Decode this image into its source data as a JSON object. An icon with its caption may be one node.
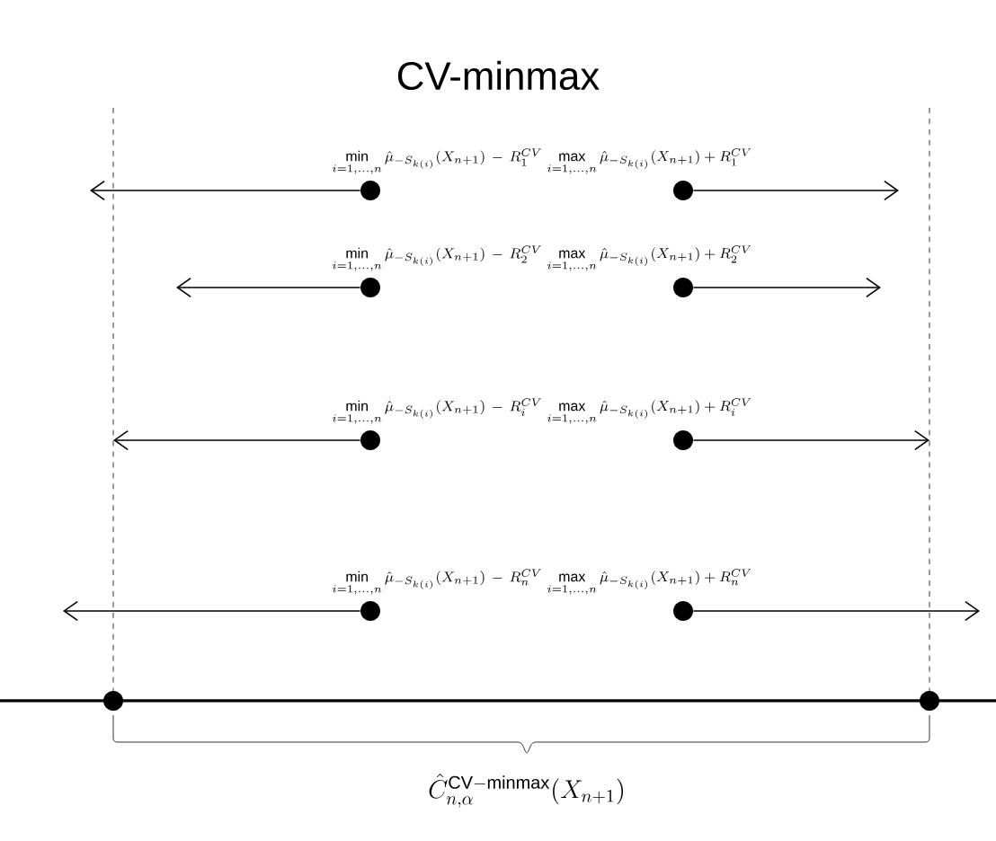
{
  "diagram": {
    "title": "CV-minmax",
    "nodes": [
      {
        "text": [],
        "shape": "circle",
        "beside": [
          "\\min\\limits_{i=1,\\ldots,n}\\hat{\\mu}_{-S_{k(i)}}(X_{n+1})\\,-\\,R_1^{CV}"
        ]
      },
      {
        "text": [],
        "shape": "circle",
        "beside": [
          "\\max\\limits_{i=1,\\ldots,n}\\hat{\\mu}_{-S_{k(i)}}(X_{n+1})+R_1^{CV}"
        ]
      },
      {
        "text": [],
        "shape": "circle",
        "beside": [
          "\\min\\limits_{i=1,\\ldots,n}\\hat{\\mu}_{-S_{k(i)}}(X_{n+1})\\,-\\,R_2^{CV}"
        ]
      },
      {
        "text": [],
        "shape": "circle",
        "beside": [
          "\\max\\limits_{i=1,\\ldots,n}\\hat{\\mu}_{-S_{k(i)}}(X_{n+1})+R_2^{CV}"
        ]
      },
      {
        "text": [],
        "shape": "circle",
        "beside": [
          "\\min\\limits_{i=1,\\ldots,n}\\hat{\\mu}_{-S_{k(i)}}(X_{n+1})\\,-\\,R_i^{CV}"
        ]
      },
      {
        "text": [],
        "shape": "circle",
        "beside": [
          "\\max\\limits_{i=1,\\ldots,n}\\hat{\\mu}_{-S_{k(i)}}(X_{n+1})+R_i^{CV}"
        ]
      },
      {
        "text": [],
        "shape": "circle",
        "beside": [
          "\\min\\limits_{i=1,\\ldots,n}\\hat{\\mu}_{-S_{k(i)}}(X_{n+1})\\,-\\,R_n^{CV}"
        ]
      },
      {
        "text": [],
        "shape": "circle",
        "beside": [
          "\\max\\limits_{i=1,\\ldots,n}\\hat{\\mu}_{-S_{k(i)}}(X_{n+1})+R_n^{CV}"
        ]
      },
      {
        "text": [],
        "shape": "circle"
      },
      {
        "text": [],
        "shape": "circle"
      }
    ],
    "edges": [
      {
        "from": 0,
        "to": null,
        "arrow": "to"
      },
      {
        "from": 1,
        "to": null,
        "arrow": "to"
      },
      {
        "from": 2,
        "to": null,
        "arrow": "to"
      },
      {
        "from": 3,
        "to": null,
        "arrow": "to"
      },
      {
        "from": 4,
        "to": null,
        "arrow": "to"
      },
      {
        "from": 5,
        "to": null,
        "arrow": "to"
      },
      {
        "from": 6,
        "to": null,
        "arrow": "to"
      },
      {
        "from": 7,
        "to": null,
        "arrow": "to"
      }
    ],
    "labels": [
      "\\hat{C}_{n,\\alpha}^{\\mathrm{CV-minmax}}(X_{n+1})"
    ]
  }
}
